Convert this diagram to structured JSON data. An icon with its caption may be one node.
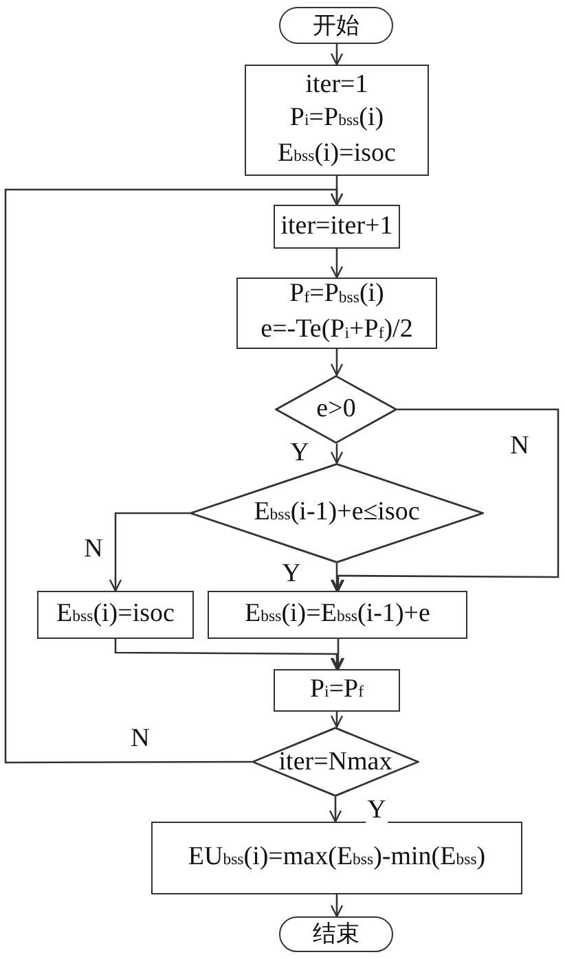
{
  "diagram": {
    "nodes": [
      {
        "text": [
          "开始"
        ]
      },
      {
        "text": [
          "iter=1",
          "P$_{i}$=P$_{bss}$(i)",
          "E$_{bss}$(i)=isoc"
        ]
      },
      {
        "text": [
          "iter=iter+1"
        ]
      },
      {
        "text": [
          "P$_{f}$=P$_{bss}$(i)",
          "e=-Te(P$_{i}$+P$_{f}$)/2"
        ]
      },
      {
        "text": [
          "e>0"
        ]
      },
      {
        "text": [
          "E$_{bss}$(i-1)+e≤isoc"
        ]
      },
      {
        "text": [
          "E$_{bss}$(i)=isoc"
        ]
      },
      {
        "text": [
          "E$_{bss}$(i)=E$_{bss}$(i-1)+e"
        ]
      },
      {
        "text": [
          "P$_{i}$=P$_{f}$"
        ]
      },
      {
        "text": [
          "iter=Nmax"
        ]
      },
      {
        "text": [
          "EU$_{bss}$(i)=max(E$_{bss}$)-min(E$_{bss}$)"
        ]
      },
      {
        "text": [
          "结束"
        ]
      }
    ],
    "edges": [
      {
        "from": 0,
        "to": 1,
        "arrow": "to"
      },
      {
        "from": 1,
        "to": 2,
        "arrow": "to"
      },
      {
        "from": 2,
        "to": 3,
        "arrow": "to"
      },
      {
        "from": 3,
        "to": 4,
        "arrow": "to"
      },
      {
        "from": 4,
        "to": 5,
        "arrow": "to",
        "label": "Y"
      },
      {
        "from": 4,
        "to": 7,
        "arrow": "to",
        "label": "N"
      },
      {
        "from": 5,
        "to": 7,
        "arrow": "to",
        "label": "Y"
      },
      {
        "from": 5,
        "to": 6,
        "arrow": "to",
        "label": "N"
      },
      {
        "from": 6,
        "to": 8,
        "arrow": "to"
      },
      {
        "from": 7,
        "to": 8,
        "arrow": "to"
      },
      {
        "from": 8,
        "to": 9,
        "arrow": "to"
      },
      {
        "from": 9,
        "to": 10,
        "arrow": "to",
        "label": "Y"
      },
      {
        "from": 9,
        "to": 2,
        "arrow": "to",
        "label": "N"
      },
      {
        "from": 10,
        "to": 11,
        "arrow": "to"
      }
    ]
  }
}
